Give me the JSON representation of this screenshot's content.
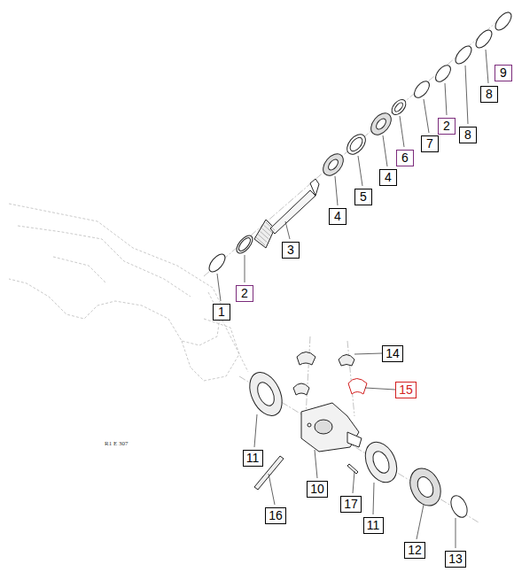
{
  "diagram": {
    "nodes": [
      {
        "text": [
          "9"
        ]
      },
      {
        "text": [
          "8"
        ]
      },
      {
        "text": [
          "2"
        ]
      },
      {
        "text": [
          "8"
        ]
      },
      {
        "text": [
          "7"
        ]
      },
      {
        "text": [
          "6"
        ]
      },
      {
        "text": [
          "4"
        ]
      },
      {
        "text": [
          "5"
        ]
      },
      {
        "text": [
          "4"
        ]
      },
      {
        "text": [
          "3"
        ]
      },
      {
        "text": [
          "2"
        ]
      },
      {
        "text": [
          "1"
        ]
      },
      {
        "text": [
          "14"
        ]
      },
      {
        "text": [
          "15"
        ]
      },
      {
        "text": [
          "11"
        ]
      },
      {
        "text": [
          "10"
        ]
      },
      {
        "text": [
          "17"
        ]
      },
      {
        "text": [
          "16"
        ]
      },
      {
        "text": [
          "11"
        ]
      },
      {
        "text": [
          "12"
        ]
      },
      {
        "text": [
          "13"
        ]
      }
    ],
    "labels": [
      "R1 E 307"
    ]
  }
}
